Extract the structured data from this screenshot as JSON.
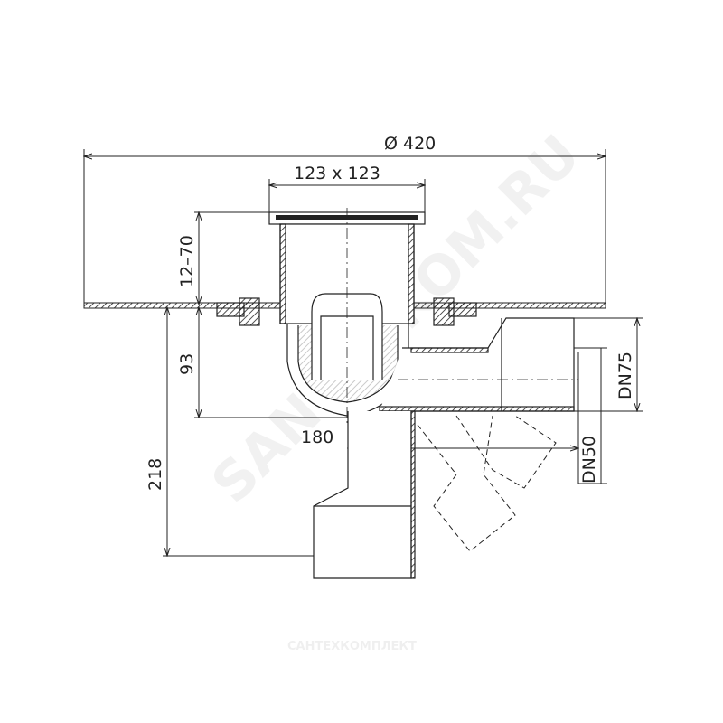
{
  "drawing": {
    "dimensions": {
      "overall_diameter": "Ø 420",
      "grate_size": "123 x 123",
      "height_adjust": "12–70",
      "body_depth": "93",
      "total_depth": "218",
      "outlet_offset": "180",
      "outlet_horizontal": "DN75",
      "outlet_vertical": "DN50"
    },
    "watermark": {
      "diagonal": "SANTEHKOM.RU",
      "footer": "САНТЕХКОМПЛЕКТ"
    }
  }
}
